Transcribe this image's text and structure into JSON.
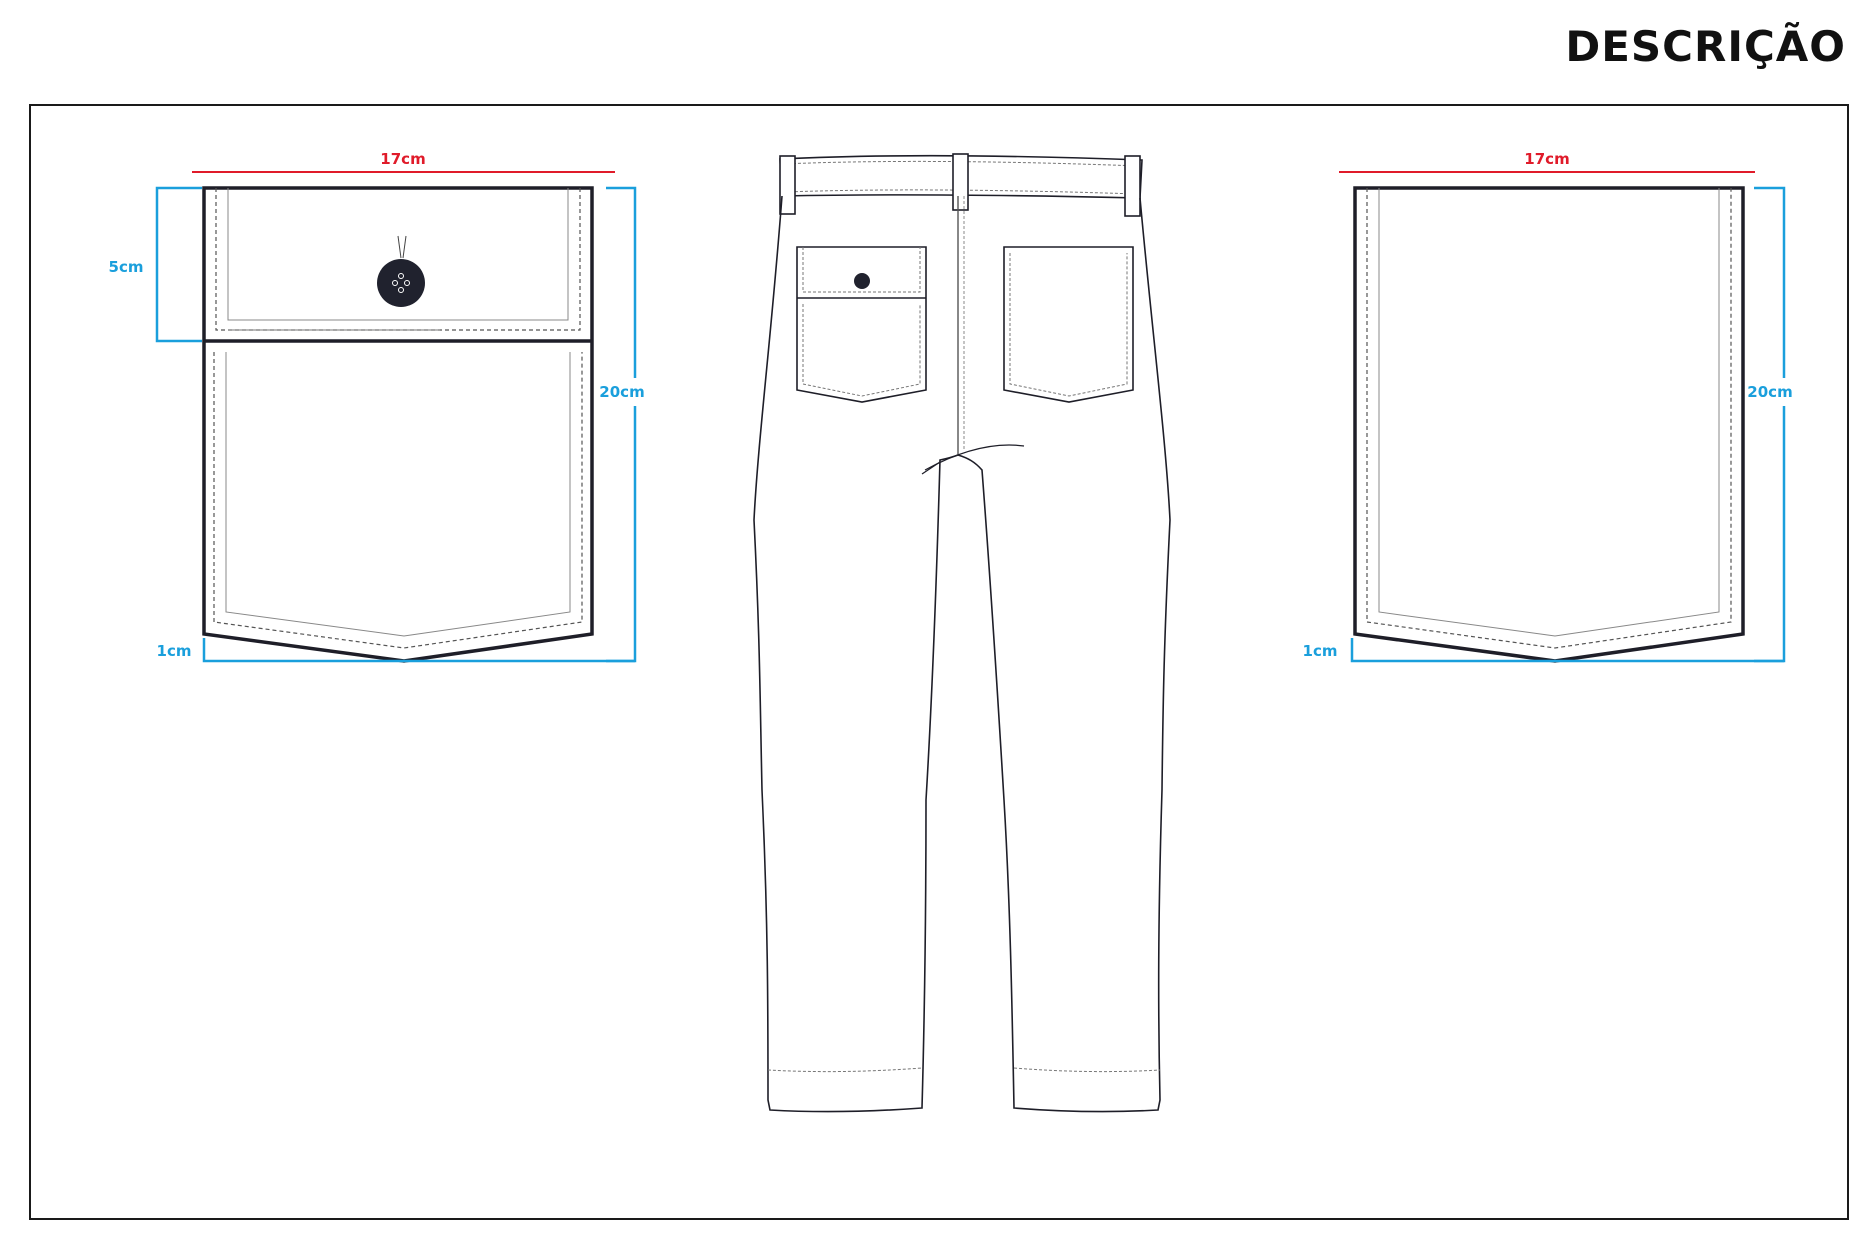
{
  "header": {
    "title": "DESCRIÇÃO"
  },
  "colors": {
    "outline": "#1e1e28",
    "stitch": "#555555",
    "width_dimension": "#e01b2a",
    "height_dimension": "#1a9fdc",
    "button": "#20222e"
  },
  "pocket_with_flap": {
    "width_label": "17cm",
    "flap_height_label": "5cm",
    "height_label": "20cm",
    "point_depth_label": "1cm"
  },
  "pocket_plain": {
    "width_label": "17cm",
    "height_label": "20cm",
    "point_depth_label": "1cm"
  },
  "garment": {
    "view": "back",
    "icon": "pants-back-flat-sketch"
  }
}
